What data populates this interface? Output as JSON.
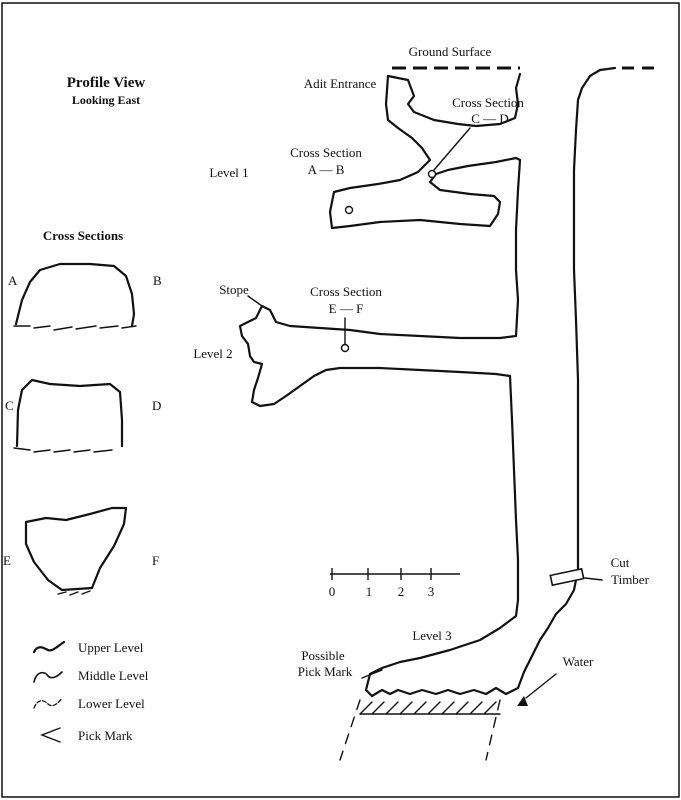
{
  "title": "Profile View",
  "subtitle": "Looking East",
  "labels": {
    "ground_surface": "Ground Surface",
    "adit_entrance": "Adit Entrance",
    "level_1": "Level 1",
    "level_2": "Level 2",
    "level_3": "Level 3",
    "stope": "Stope",
    "cut_timber_line1": "Cut",
    "cut_timber_line2": "Timber",
    "possible_pick_mark_line1": "Possible",
    "possible_pick_mark_line2": "Pick Mark",
    "water": "Water"
  },
  "cross_section_callouts": [
    {
      "title": "Cross Section",
      "letters": "C — D"
    },
    {
      "title": "Cross Section",
      "letters": "A — B"
    },
    {
      "title": "Cross Section",
      "letters": "E — F"
    }
  ],
  "cross_sections": {
    "heading": "Cross Sections",
    "pairs": [
      {
        "left": "A",
        "right": "B"
      },
      {
        "left": "C",
        "right": "D"
      },
      {
        "left": "E",
        "right": "F"
      }
    ]
  },
  "scale_bar": {
    "ticks": [
      "0",
      "1",
      "2",
      "3"
    ]
  },
  "legend": [
    {
      "icon": "upper-level-line",
      "label": "Upper Level"
    },
    {
      "icon": "middle-level-line",
      "label": "Middle Level"
    },
    {
      "icon": "lower-level-line",
      "label": "Lower Level"
    },
    {
      "icon": "pick-mark-symbol",
      "label": "Pick Mark"
    }
  ],
  "colors": {
    "ink": "#111111",
    "paper": "#ffffff"
  }
}
